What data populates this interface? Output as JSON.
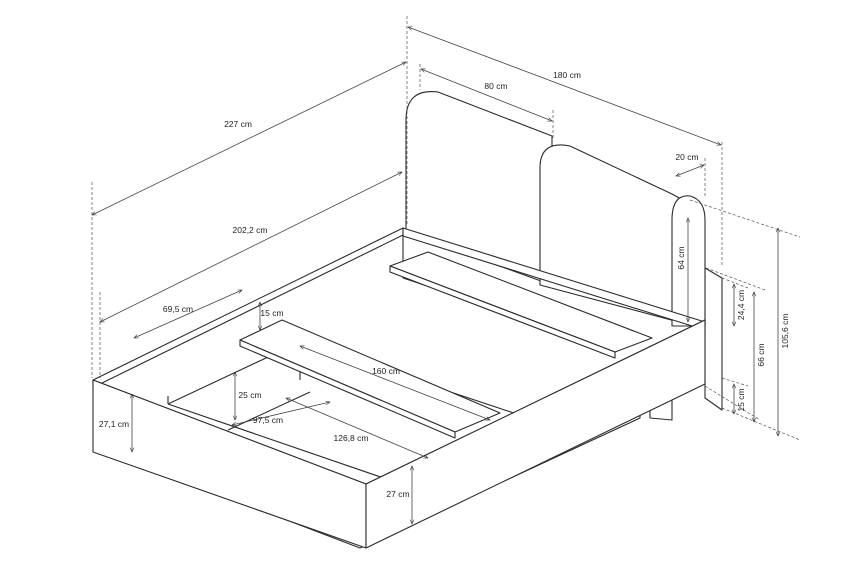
{
  "dimensions": {
    "overall_length": "227 cm",
    "inner_length": "202,2 cm",
    "overall_width": "180 cm",
    "headboard_panel_width": "80 cm",
    "headboard_side_width": "20 cm",
    "headboard_panel_height": "64 cm",
    "total_height": "105,6 cm",
    "headboard_total_height": "66 cm",
    "headboard_side_upper": "24,4 cm",
    "headboard_side_lower": "15 cm",
    "frame_side_inner": "69,5 cm",
    "slat_height": "15 cm",
    "inner_width": "160 cm",
    "inner_depth": "25 cm",
    "base_width": "97,5 cm",
    "base_length": "126,8 cm",
    "side_height": "27,1 cm",
    "foot_height": "27 cm"
  }
}
